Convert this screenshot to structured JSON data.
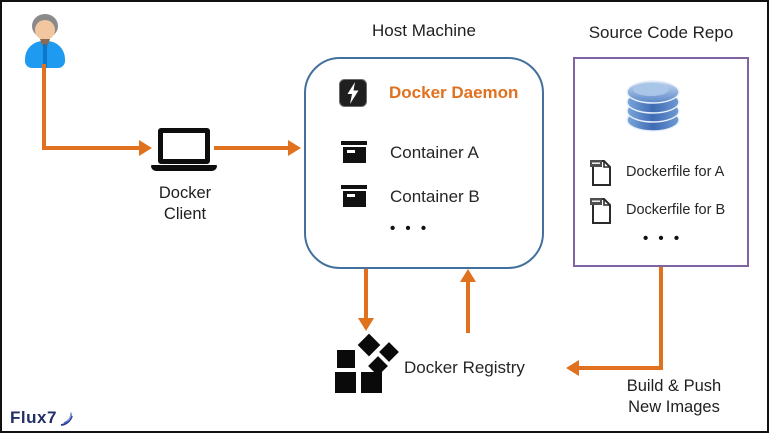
{
  "colors": {
    "arrow_orange": "#E0711F",
    "host_border_blue": "#44709D",
    "repo_border_purple": "#8064A2",
    "daemon_text_orange": "#E0711F",
    "body_text": "#262626",
    "person_blue": "#1E9BF0",
    "database_blue": "#4A74B8",
    "logo_navy": "#232E66"
  },
  "client": {
    "label_line1": "Docker",
    "label_line2": "Client"
  },
  "host_machine": {
    "title": "Host Machine",
    "daemon_label": "Docker Daemon",
    "containers": [
      "Container A",
      "Container B"
    ],
    "ellipsis": "• • •"
  },
  "source_repo": {
    "title": "Source Code Repo",
    "files": [
      "Dockerfile for A",
      "Dockerfile for B"
    ],
    "ellipsis": "• • •"
  },
  "registry": {
    "label": "Docker Registry"
  },
  "build_push": {
    "line1": "Build & Push",
    "line2": "New Images"
  },
  "logo": {
    "text": "Flux7"
  }
}
